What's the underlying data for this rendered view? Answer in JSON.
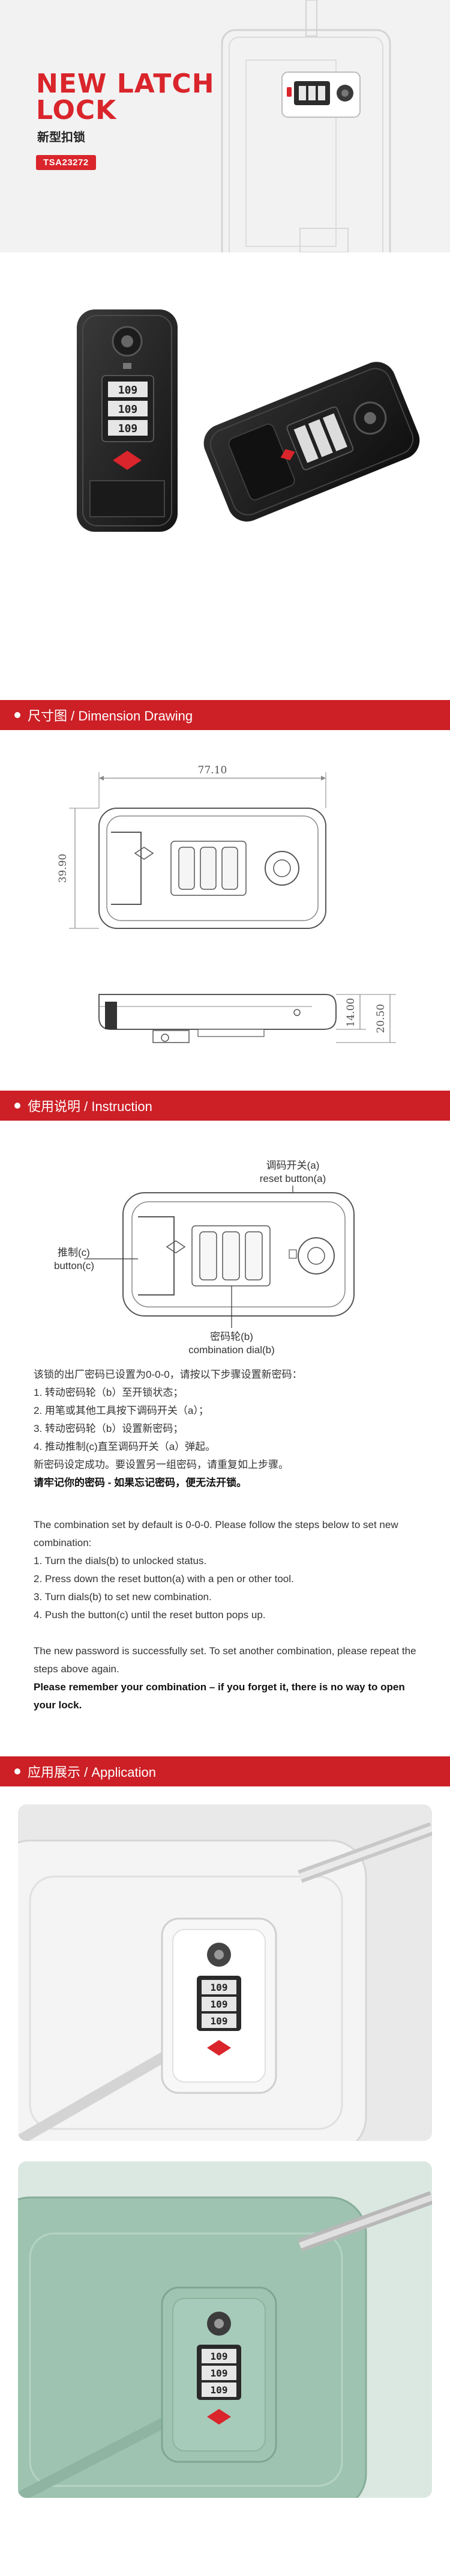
{
  "hero": {
    "title_line1": "NEW LATCH",
    "title_line2": "LOCK",
    "subtitle": "新型扣锁",
    "model": "TSA23272"
  },
  "product": {
    "dial_digits": "109",
    "brand_color": "#d9252b"
  },
  "sections": {
    "dimension": "尺寸图 / Dimension Drawing",
    "instruction": "使用说明 / Instruction",
    "application": "应用展示 / Application"
  },
  "dimension": {
    "width": "77.10",
    "height": "39.90",
    "depth_a": "14.00",
    "depth_b": "20.50"
  },
  "diagram": {
    "reset_button_cn": "调码开关(a)",
    "reset_button_en": "reset button(a)",
    "push_button_cn": "推制(c)",
    "push_button_en": "button(c)",
    "dial_cn": "密码轮(b)",
    "dial_en": "combination dial(b)"
  },
  "instructions_cn": {
    "intro": "该锁的出厂密码已设置为0-0-0，请按以下步骤设置新密码：",
    "step1": "1.    转动密码轮（b）至开锁状态；",
    "step2": "2.    用笔或其他工具按下调码开关（a）；",
    "step3": "3.    转动密码轮（b）设置新密码；",
    "step4": "4.    推动推制(c)直至调码开关（a）弹起。",
    "done": "新密码设定成功。要设置另一组密码，请重复如上步骤。",
    "warn": "请牢记你的密码 - 如果忘记密码，便无法开锁。"
  },
  "instructions_en": {
    "intro": "The combination set by default is 0-0-0. Please follow the steps below to set new combination:",
    "step1": "1. Turn the dials(b) to unlocked status.",
    "step2": "2. Press down the reset button(a) with a pen or other tool.",
    "step3": "3. Turn dials(b) to set new combination.",
    "step4": "4. Push the button(c) until the reset button pops up.",
    "done": "The new password is successfully set. To set another combination, please repeat the steps above again.",
    "warn": "Please remember your combination – if you forget it, there is no way to open your lock."
  },
  "application": {
    "dial_digits": "109"
  }
}
